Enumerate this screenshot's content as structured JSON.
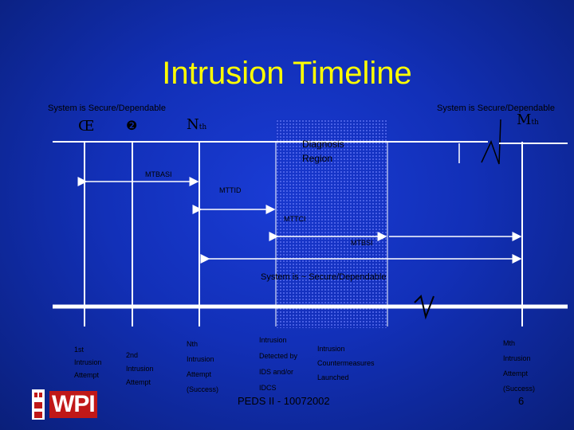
{
  "title": "Intrusion Timeline",
  "secure_left": "System is Secure/Dependable",
  "secure_right": "System is Secure/Dependable",
  "symbols": {
    "s1": "Œ",
    "s2": "❷",
    "s3": "N",
    "s3_sub": "th",
    "s4": "M",
    "s4_sub": "th"
  },
  "diagnosis": "Diagnosis\nRegion",
  "labels": {
    "mtbasi": "MTBASI",
    "mttid": "MTTID",
    "mttci": "MTTCI",
    "mtbsi": "MTBSI"
  },
  "not_secure": "System is ~ Secure/Dependable",
  "events": {
    "first": [
      "1st",
      "Intrusion",
      "Attempt"
    ],
    "second": [
      "2nd",
      "Intrusion",
      "Attempt"
    ],
    "nth": [
      "Nth",
      "Intrusion",
      "Attempt",
      "(Success)"
    ],
    "detected": [
      "Intrusion",
      "Detected by",
      "IDS and/or",
      "IDCS"
    ],
    "counter": [
      "Intrusion",
      "Countermeasures",
      "Launched"
    ],
    "mth": [
      "Mth",
      "Intrusion",
      "Attempt",
      "(Success)"
    ]
  },
  "footer": "PEDS II - 10072002",
  "page": "6",
  "logo": "WPI",
  "colors": {
    "title": "#ffff00",
    "background": "#1230b8",
    "axis": "#ffffff"
  }
}
